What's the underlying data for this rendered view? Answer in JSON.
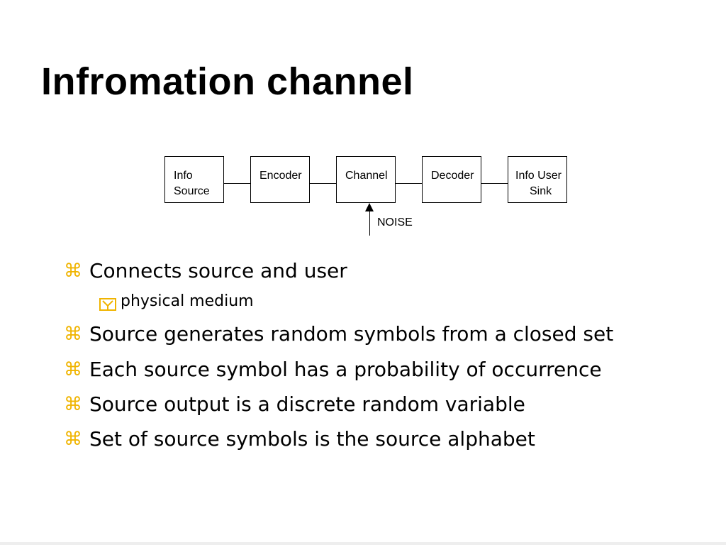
{
  "slide": {
    "title": "Infromation channel"
  },
  "diagram": {
    "boxes": [
      {
        "line1": "Info",
        "line2": "Source"
      },
      {
        "line1": "Encoder",
        "line2": ""
      },
      {
        "line1": "Channel",
        "line2": ""
      },
      {
        "line1": "Decoder",
        "line2": ""
      },
      {
        "line1": "Info User",
        "line2": "Sink"
      }
    ],
    "noise_label": "NOISE"
  },
  "bullets": {
    "main_marker_icon": "command-key-icon",
    "sub_marker_icon": "boxed-y-icon",
    "marker_color": "#f0b400",
    "items": [
      "Connects source and user",
      "physical medium",
      "Source generates random symbols from a closed set",
      "Each source symbol has a probability of occurrence",
      "Source output is a discrete random variable",
      "Set of source symbols is the source alphabet"
    ]
  }
}
